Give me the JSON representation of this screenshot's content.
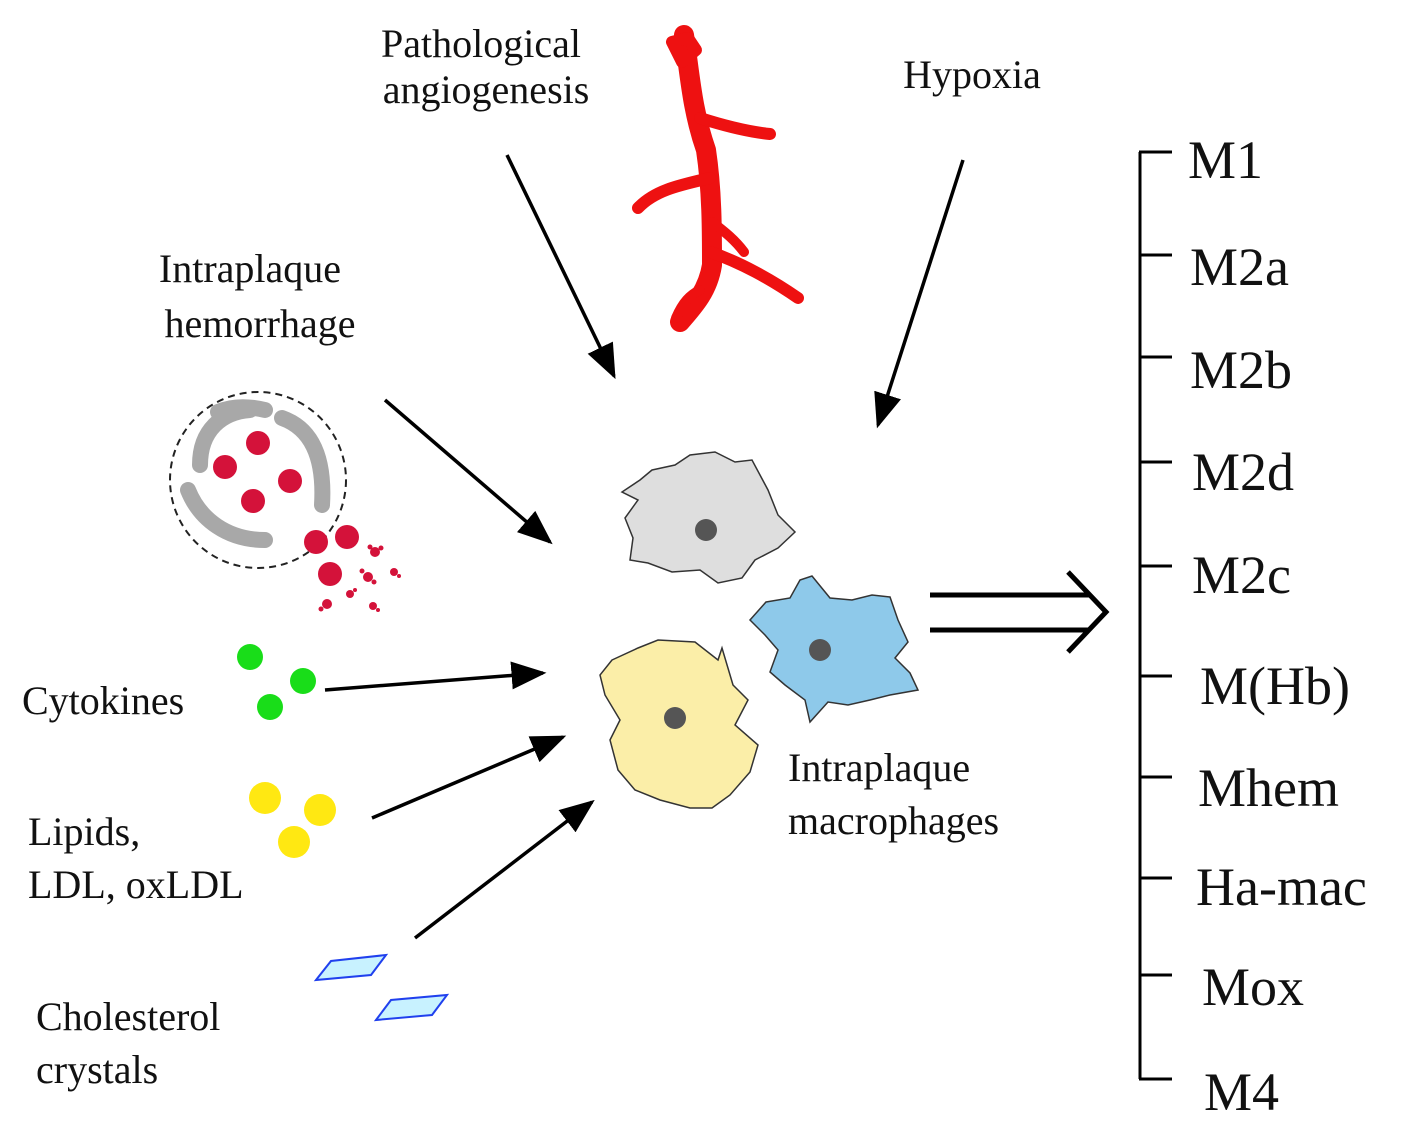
{
  "inputs": {
    "pathological_angiogenesis": [
      "Pathological",
      "angiogenesis"
    ],
    "hypoxia": "Hypoxia",
    "intraplaque_hemorrhage": [
      "Intraplaque",
      "hemorrhage"
    ],
    "cytokines": "Cytokines",
    "lipids": [
      "Lipids,",
      "LDL, oxLDL"
    ],
    "cholesterol_crystals": [
      "Cholesterol",
      "crystals"
    ]
  },
  "center": {
    "label": [
      "Intraplaque",
      "macrophages"
    ]
  },
  "phenotypes": [
    "M1",
    "M2a",
    "M2b",
    "M2d",
    "M2c",
    "M(Hb)",
    "Mhem",
    "Ha-mac",
    "Mox",
    "M4"
  ],
  "colors": {
    "vessel": "#ee1111",
    "red_cell": "#d4123a",
    "organelle_grey": "#a8a8a8",
    "cytokine": "#19dd19",
    "lipid": "#ffe812",
    "crystal_fill": "#c8f2ff",
    "crystal_stroke": "#2040ee",
    "macrophage_grey": "#dedede",
    "macrophage_blue": "#8ec9ea",
    "macrophage_yellow": "#fbeea8",
    "nucleus": "#555555"
  }
}
